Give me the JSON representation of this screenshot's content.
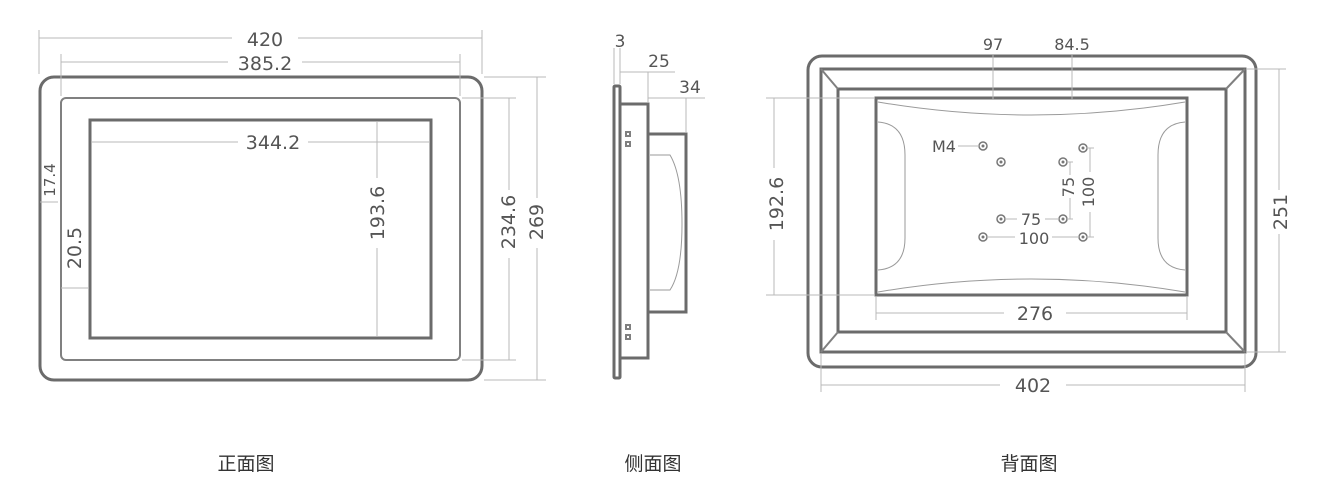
{
  "views": {
    "front": {
      "caption": "正面图",
      "dims": {
        "overall_width": "420",
        "bezel_width": "385.2",
        "screen_width": "344.2",
        "screen_height": "193.6",
        "bezel_height": "234.6",
        "overall_height": "269",
        "top_margin": "17.4",
        "left_margin": "20.5"
      }
    },
    "side": {
      "caption": "侧面图",
      "dims": {
        "panel_thickness": "3",
        "body_depth": "25",
        "total_depth": "34"
      }
    },
    "back": {
      "caption": "背面图",
      "dims": {
        "hole_col_1": "97",
        "hole_col_2": "84.5",
        "screw": "M4",
        "vesa_small_v": "75",
        "vesa_large_v": "100",
        "vesa_small_h": "75",
        "vesa_large_h": "100",
        "plate_height": "192.6",
        "plate_width": "276",
        "overall_width": "402",
        "overall_height": "251"
      }
    }
  }
}
